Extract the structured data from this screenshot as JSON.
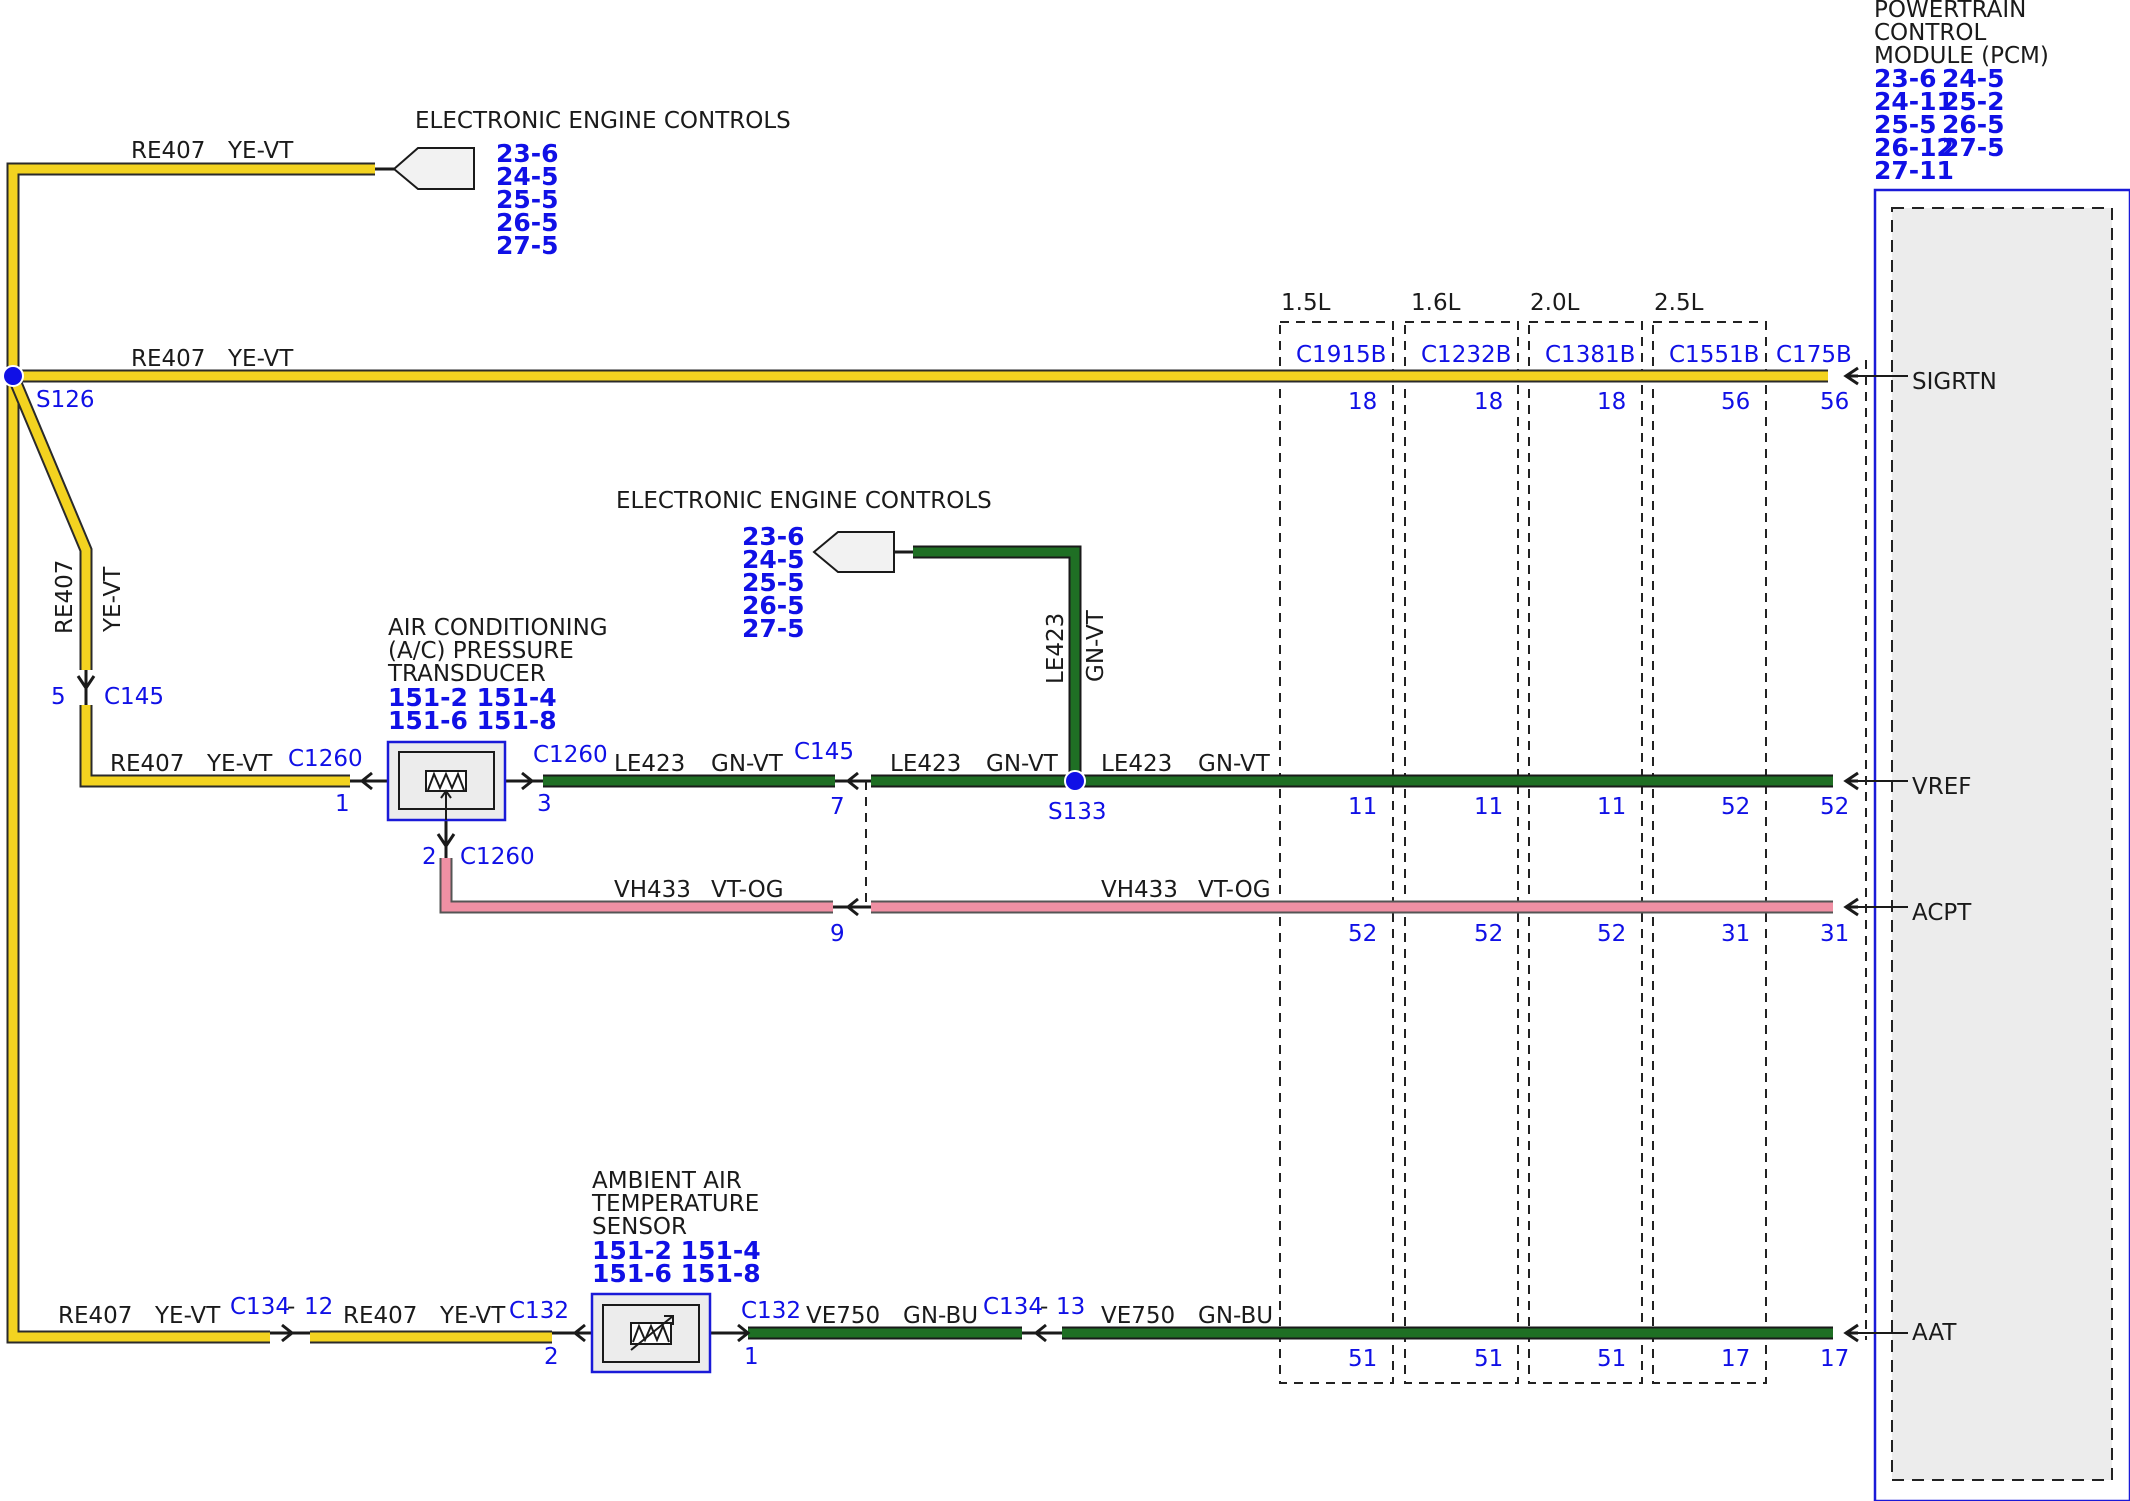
{
  "colors": {
    "yellow_wire": "#f3d320",
    "green_wire": "#1f6f24",
    "pink_wire": "#f090a4",
    "reference_blue": "#1010e6"
  },
  "pcm": {
    "title": [
      "POWERTRAIN",
      "CONTROL",
      "MODULE (PCM)"
    ],
    "refs": [
      [
        "23-6",
        "24-5"
      ],
      [
        "24-11",
        "25-2"
      ],
      [
        "25-5",
        "26-5"
      ],
      [
        "26-12",
        "27-5"
      ],
      [
        "27-11"
      ]
    ],
    "pins": {
      "sigrtn": "SIGRTN",
      "vref": "VREF",
      "acpt": "ACPT",
      "aat": "AAT"
    }
  },
  "eec_top": {
    "title": "ELECTRONIC ENGINE CONTROLS",
    "refs": [
      "23-6",
      "24-5",
      "25-5",
      "26-5",
      "27-5"
    ]
  },
  "eec_mid": {
    "title": "ELECTRONIC ENGINE CONTROLS",
    "refs": [
      "23-6",
      "24-5",
      "25-5",
      "26-5",
      "27-5"
    ]
  },
  "engines": {
    "labels": [
      "1.5L",
      "1.6L",
      "2.0L",
      "2.5L"
    ],
    "connectors": [
      "C1915B",
      "C1232B",
      "C1381B",
      "C1551B",
      "C175B"
    ],
    "pins_sigrtn": [
      "18",
      "18",
      "18",
      "56",
      "56"
    ],
    "pins_vref": [
      "11",
      "11",
      "11",
      "52",
      "52"
    ],
    "pins_acpt": [
      "52",
      "52",
      "52",
      "31",
      "31"
    ],
    "pins_aat": [
      "51",
      "51",
      "51",
      "17",
      "17"
    ]
  },
  "wires": {
    "re407": "RE407",
    "ye_vt": "YE-VT",
    "le423": "LE423",
    "gn_vt": "GN-VT",
    "vh433": "VH433",
    "vt_og": "VT-OG",
    "ve750": "VE750",
    "gn_bu": "GN-BU"
  },
  "splices": {
    "s126": "S126",
    "s133": "S133"
  },
  "connectors": {
    "c145": "C145",
    "c145_pin5": "5",
    "c145_pin7": "7",
    "c145_pin9": "9",
    "c1260": "C1260",
    "c1260_pin1": "1",
    "c1260_pin2": "2",
    "c1260_pin3": "3",
    "c132": "C132",
    "c132_pin1": "1",
    "c132_pin2": "2",
    "c134": "C134",
    "c134_pin12": "12",
    "c134_pin13": "13"
  },
  "ac_sensor": {
    "title": [
      "AIR CONDITIONING",
      "(A/C) PRESSURE",
      "TRANSDUCER"
    ],
    "refs": [
      "151-2 151-4",
      "151-6 151-8"
    ]
  },
  "aat_sensor": {
    "title": [
      "AMBIENT AIR",
      "TEMPERATURE",
      "SENSOR"
    ],
    "refs": [
      "151-2 151-4",
      "151-6 151-8"
    ]
  }
}
